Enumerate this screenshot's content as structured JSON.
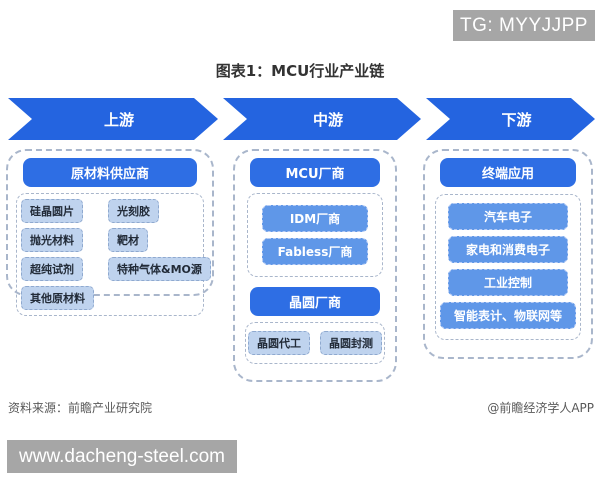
{
  "badge": {
    "label": "TG: MYYJJPP"
  },
  "title": "图表1：MCU行业产业链",
  "stages": [
    {
      "label": "上游"
    },
    {
      "label": "中游"
    },
    {
      "label": "下游"
    }
  ],
  "upstream": {
    "header": "原材料供应商",
    "items": [
      "硅晶圆片",
      "光刻胶",
      "抛光材料",
      "靶材",
      "超纯试剂",
      "特种气体&MO源",
      "其他原材料"
    ]
  },
  "midstream": {
    "sections": [
      {
        "header": "MCU厂商",
        "items": [
          "IDM厂商",
          "Fabless厂商"
        ]
      },
      {
        "header": "晶圆厂商",
        "items": [
          "晶圆代工",
          "晶圆封测"
        ]
      }
    ]
  },
  "downstream": {
    "header": "终端应用",
    "items": [
      "汽车电子",
      "家电和消费电子",
      "工业控制",
      "智能表计、物联网等"
    ]
  },
  "footer": {
    "source": "资料来源：前瞻产业研究院",
    "credit": "@前瞻经济学人APP"
  },
  "watermark_bar": {
    "url_text": "www.dacheng-steel.com"
  },
  "colors": {
    "arrow_blue": "#2464e0",
    "header_blue": "#2e6ee4",
    "item_blue": "#5f97e8",
    "item_light_blue": "#bfd3ee",
    "dashed_border": "#a9b6cb",
    "badge_gray": "#a6a6a6"
  }
}
